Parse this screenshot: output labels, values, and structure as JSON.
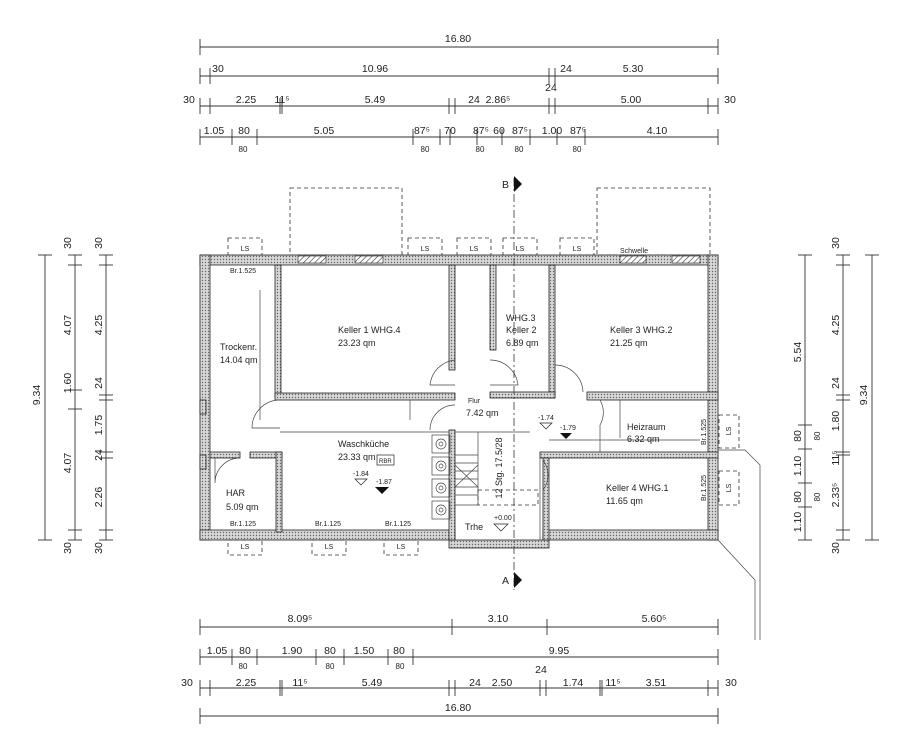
{
  "plan": {
    "section_labels": {
      "top": "B",
      "bottom": "A"
    },
    "rooms": [
      {
        "name": "Trockenr.",
        "area": "14.04 qm"
      },
      {
        "name": "Keller 1 WHG.4",
        "area": "23.23 qm"
      },
      {
        "name": "WHG.3",
        "name2": "Keller 2",
        "area": "6.89 qm"
      },
      {
        "name": "Keller 3 WHG.2",
        "area": "21.25 qm"
      },
      {
        "name": "Flur",
        "area": "7.42 qm"
      },
      {
        "name": "Waschküche",
        "area": "23.33 qm"
      },
      {
        "name": "HAR",
        "area": "5.09 qm"
      },
      {
        "name": "Heizraum",
        "area": "6.32 qm"
      },
      {
        "name": "Keller 4 WHG.1",
        "area": "11.65 qm"
      }
    ],
    "stair": {
      "label": "12 Stg. 17.5/28",
      "landing": "Trhe",
      "level": "+0.00"
    },
    "levels": [
      "-1.84",
      "-1.87",
      "-1.74",
      "-1.79"
    ],
    "box_label": "RBR",
    "window_label": "LS",
    "threshold": "Schwelle",
    "window_widths": {
      "top_left": "Br.1.525",
      "bottom": [
        "Br.1.125",
        "Br.1.125",
        "Br.1.125"
      ],
      "right": [
        "Br.1.525",
        "Br.1.525"
      ]
    }
  },
  "dims": {
    "top": {
      "row1": [
        "16.80"
      ],
      "row2": [
        "30",
        "10.96",
        "24",
        "5.30"
      ],
      "row2_extra": [
        "24"
      ],
      "row3": [
        "30",
        "2.25",
        "11⁵",
        "5.49",
        "24",
        "2.86⁵",
        "5.00",
        "30"
      ],
      "row4": [
        "1.05",
        "80",
        "5.05",
        "87⁵",
        "70",
        "87⁵",
        "60",
        "87⁵",
        "1.00",
        "87⁵",
        "4.10"
      ],
      "row4_sub": [
        "80",
        "80",
        "80",
        "80",
        "80"
      ]
    },
    "bottom": {
      "row1": [
        "8.09⁵",
        "3.10",
        "5.60⁵"
      ],
      "row2": [
        "1.05",
        "80",
        "1.90",
        "80",
        "1.50",
        "80",
        "9.95"
      ],
      "row2_sub": [
        "80",
        "80",
        "80"
      ],
      "row3": [
        "30",
        "2.25",
        "11⁵",
        "5.49",
        "24",
        "2.50",
        "24",
        "1.74",
        "11⁵",
        "3.51",
        "30"
      ],
      "row4": [
        "16.80"
      ]
    },
    "left": {
      "col1": [
        "9.34"
      ],
      "col2": [
        "30",
        "4.07",
        "1.60",
        "4.07",
        "30"
      ],
      "col3": [
        "30",
        "4.25",
        "24",
        "1.75",
        "24",
        "2.26",
        "30"
      ]
    },
    "right": {
      "col1": [
        "5.54",
        "80",
        "1.10",
        "80",
        "1.10"
      ],
      "col1_sub": [
        "80",
        "80"
      ],
      "col2": [
        "30",
        "4.25",
        "24",
        "1.80",
        "11⁵",
        "2.33⁵",
        "30"
      ],
      "col3": [
        "9.34"
      ]
    }
  }
}
